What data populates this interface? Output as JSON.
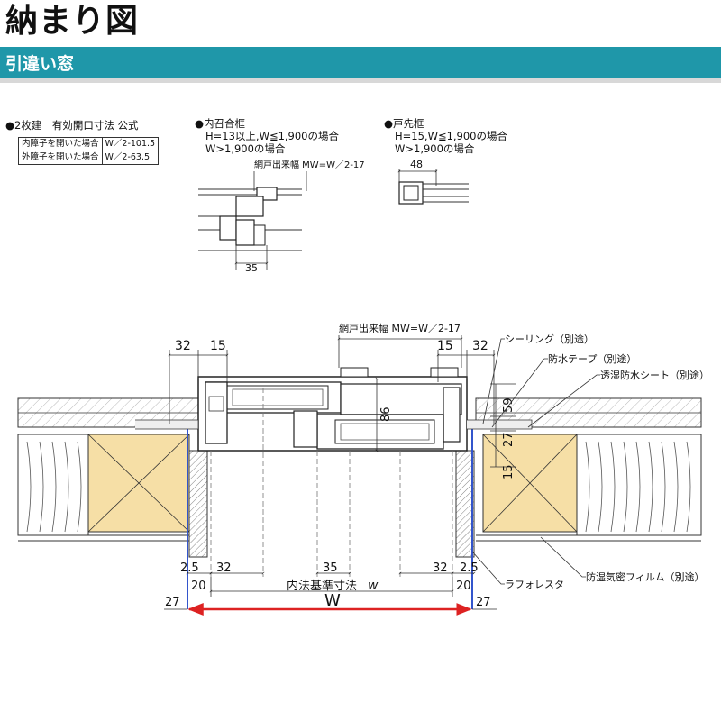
{
  "title": "納まり図",
  "subtitle": "引違い窓",
  "colors": {
    "accent_bar": "#1f97a9",
    "insulation": "#f6dfa6",
    "wall_line": "#3355cc",
    "dimension_arrow": "#dd2222"
  },
  "formula": {
    "heading": "●2枚建　有効開口寸法 公式",
    "rows": [
      {
        "label": "内障子を開いた場合",
        "value": "W／2-101.5"
      },
      {
        "label": "外障子を開いた場合",
        "value": "W／2-63.5"
      }
    ]
  },
  "meeting_rail": {
    "heading": "●内召合框",
    "line1": "H=13以上,W≦1,900の場合",
    "line2": "W>1,900の場合",
    "screen_width": "網戸出来幅 MW=W／2-17",
    "dim": "35"
  },
  "stile": {
    "heading": "●戸先框",
    "line1": "H=15,W≦1,900の場合",
    "line2": "W>1,900の場合",
    "dim": "48"
  },
  "main": {
    "screen_width": "網戸出来幅 MW=W／2-17",
    "dims": {
      "top_left_32": "32",
      "top_left_15": "15",
      "top_right_15": "15",
      "top_right_32": "32",
      "depth_86": "86",
      "right_59": "59",
      "right_27": "27",
      "right_15": "15",
      "bottom_left_25": "2.5",
      "bottom_left_32": "32",
      "bottom_center_35": "35",
      "bottom_right_32": "32",
      "bottom_right_25": "2.5",
      "left_20": "20",
      "right_20": "20",
      "left_27": "27",
      "right_27b": "27",
      "inner_width": "内法基準寸法",
      "inner_width_symbol": "w",
      "overall_width": "W"
    },
    "callouts": {
      "sealing": "シーリング（別途）",
      "waterproof_tape": "防水テープ（別途）",
      "breathable_sheet": "透湿防水シート（別途）",
      "lath": "ラフォレスタ",
      "vapor_film": "防湿気密フィルム（別途）"
    }
  }
}
